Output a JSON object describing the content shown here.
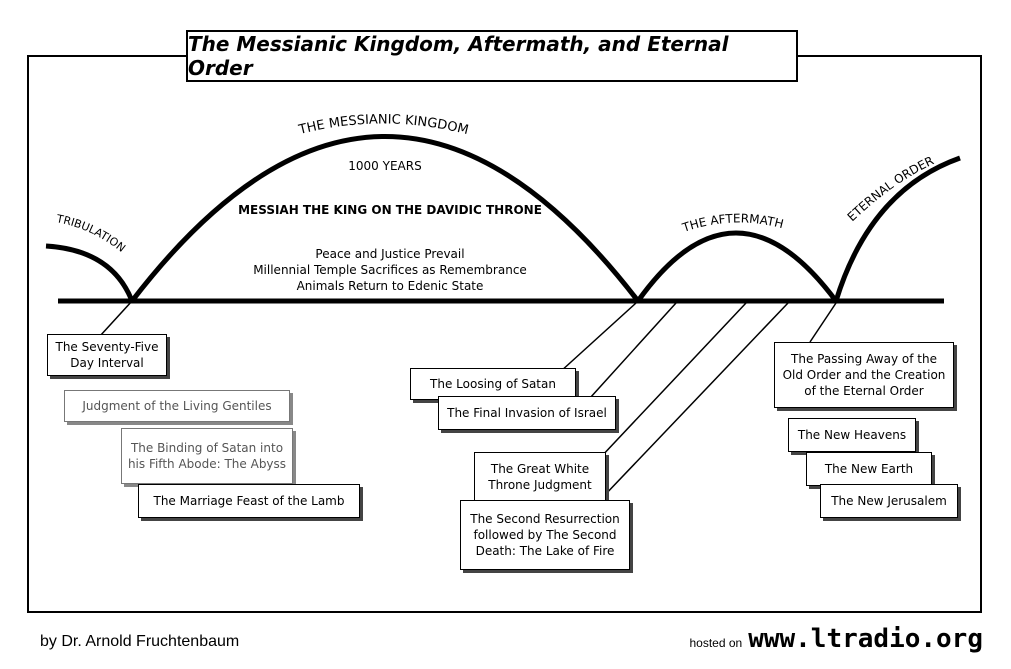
{
  "title": "The Messianic Kingdom, Aftermath, and Eternal Order",
  "arc_labels": {
    "tribulation": "TRIBULATION",
    "kingdom": "THE MESSIANIC KINGDOM",
    "aftermath": "THE AFTERMATH",
    "eternal": "ETERNAL ORDER"
  },
  "kingdom_text": {
    "years": "1000 YEARS",
    "heading": "MESSIAH THE KING ON THE DAVIDIC THRONE",
    "line1": "Peace and Justice Prevail",
    "line2": "Millennial Temple Sacrifices as Remembrance",
    "line3": "Animals Return to Edenic State"
  },
  "boxes": {
    "interval": "The Seventy-Five Day Interval",
    "gentiles": "Judgment of the Living Gentiles",
    "binding": "The Binding of Satan into his Fifth Abode: The Abyss",
    "marriage": "The Marriage Feast of the Lamb",
    "loosing": "The Loosing of Satan",
    "invasion": "The Final Invasion of Israel",
    "white_throne": "The Great White Throne Judgment",
    "resurrection": "The Second Resurrection followed by The Second Death: The Lake of Fire",
    "passing": "The Passing Away of the Old Order and the Creation of the Eternal Order",
    "heavens": "The New Heavens",
    "earth": "The New Earth",
    "jerusalem": "The New Jerusalem"
  },
  "credits": {
    "author": "by Dr. Arnold Fruchtenbaum",
    "hosted_on": "hosted on",
    "site": "www.ltradio.org"
  }
}
